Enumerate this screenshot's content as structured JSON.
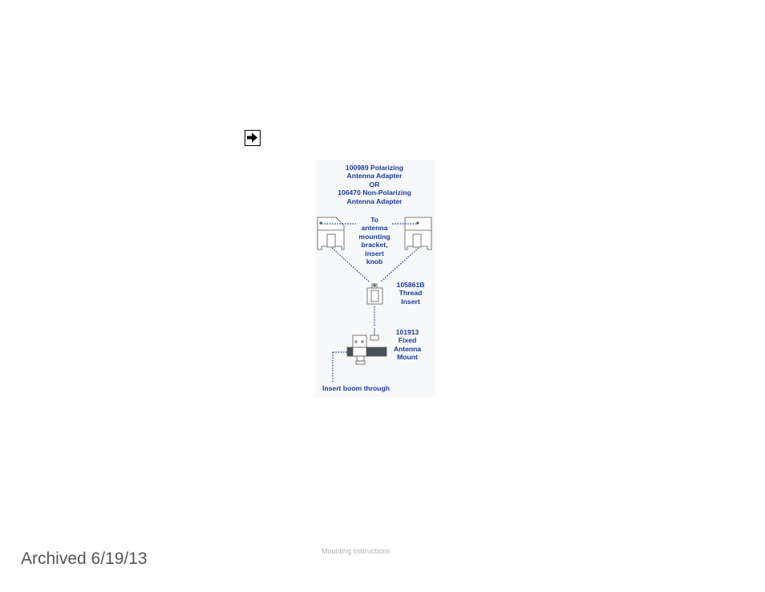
{
  "icons": {
    "next_arrow": "arrow-right-icon"
  },
  "colors": {
    "label_text": "#1a3a9a",
    "leader_line": "#1a3a9a",
    "part_outline": "#555555",
    "boom_fill": "#4a4e58"
  },
  "diagram": {
    "adapter_label": {
      "line1": "100989 Polarizing",
      "line2": "Antenna Adapter",
      "line3": "OR",
      "line4": "106470 Non-Polarizing",
      "line5": "Antenna Adapter"
    },
    "bracket_label": {
      "line1": "To",
      "line2": "antenna",
      "line3": "mounting",
      "line4": "bracket,",
      "line5": "insert",
      "line6": "knob"
    },
    "thread_insert_label": {
      "line1": "105861B",
      "line2": "Thread",
      "line3": "Insert"
    },
    "fixed_mount_label": {
      "line1": "101913",
      "line2": "Fixed",
      "line3": "Antenna",
      "line4": "Mount"
    },
    "boom_label": "Insert boom through"
  },
  "footer": {
    "caption": "Mounting Instructions",
    "archived": "Archived 6/19/13"
  }
}
